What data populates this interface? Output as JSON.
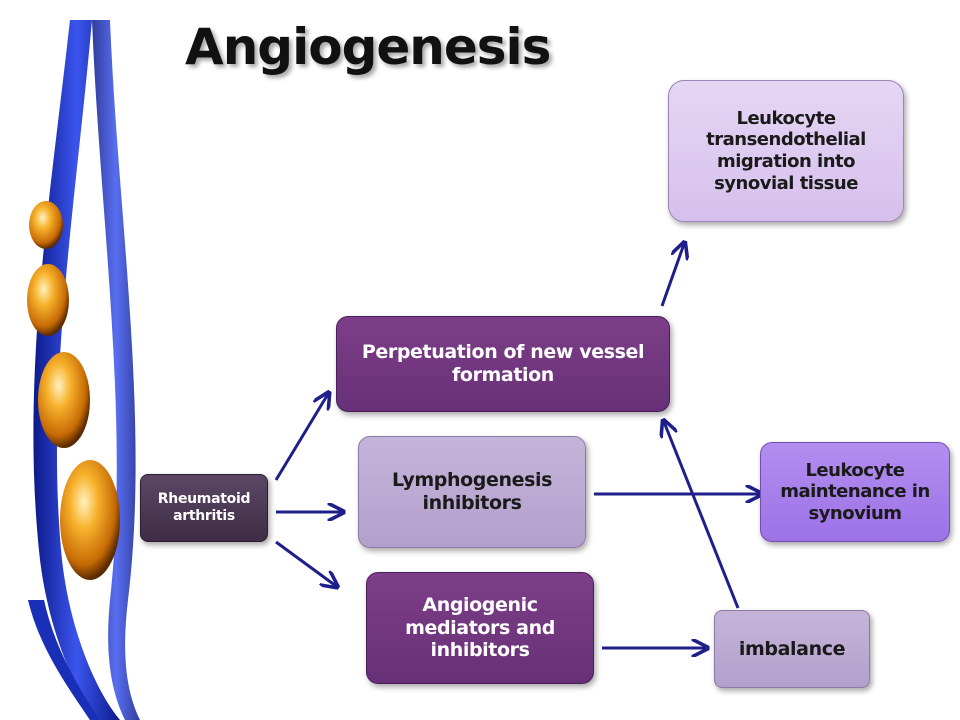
{
  "title": "Angiogenesis",
  "nodes": {
    "rheumatoid": [
      "Rheumatoid",
      "arthritis"
    ],
    "perpetuation": [
      "Perpetuation of new vessel",
      "formation"
    ],
    "lymphogenesis": [
      "Lymphogenesis",
      "inhibitors"
    ],
    "angiogenic": [
      "Angiogenic",
      "mediators and",
      "inhibitors"
    ],
    "transendothelial": [
      "Leukocyte",
      "transendothelial",
      "migration into",
      "synovial tissue"
    ],
    "maintenance": [
      "Leukocyte",
      "maintenance in",
      "synovium"
    ],
    "imbalance": [
      "imbalance"
    ]
  },
  "colors": {
    "arrow": "#1f1f8c",
    "ribbon": "#2a3fd1",
    "sphere": "#f0a020"
  }
}
